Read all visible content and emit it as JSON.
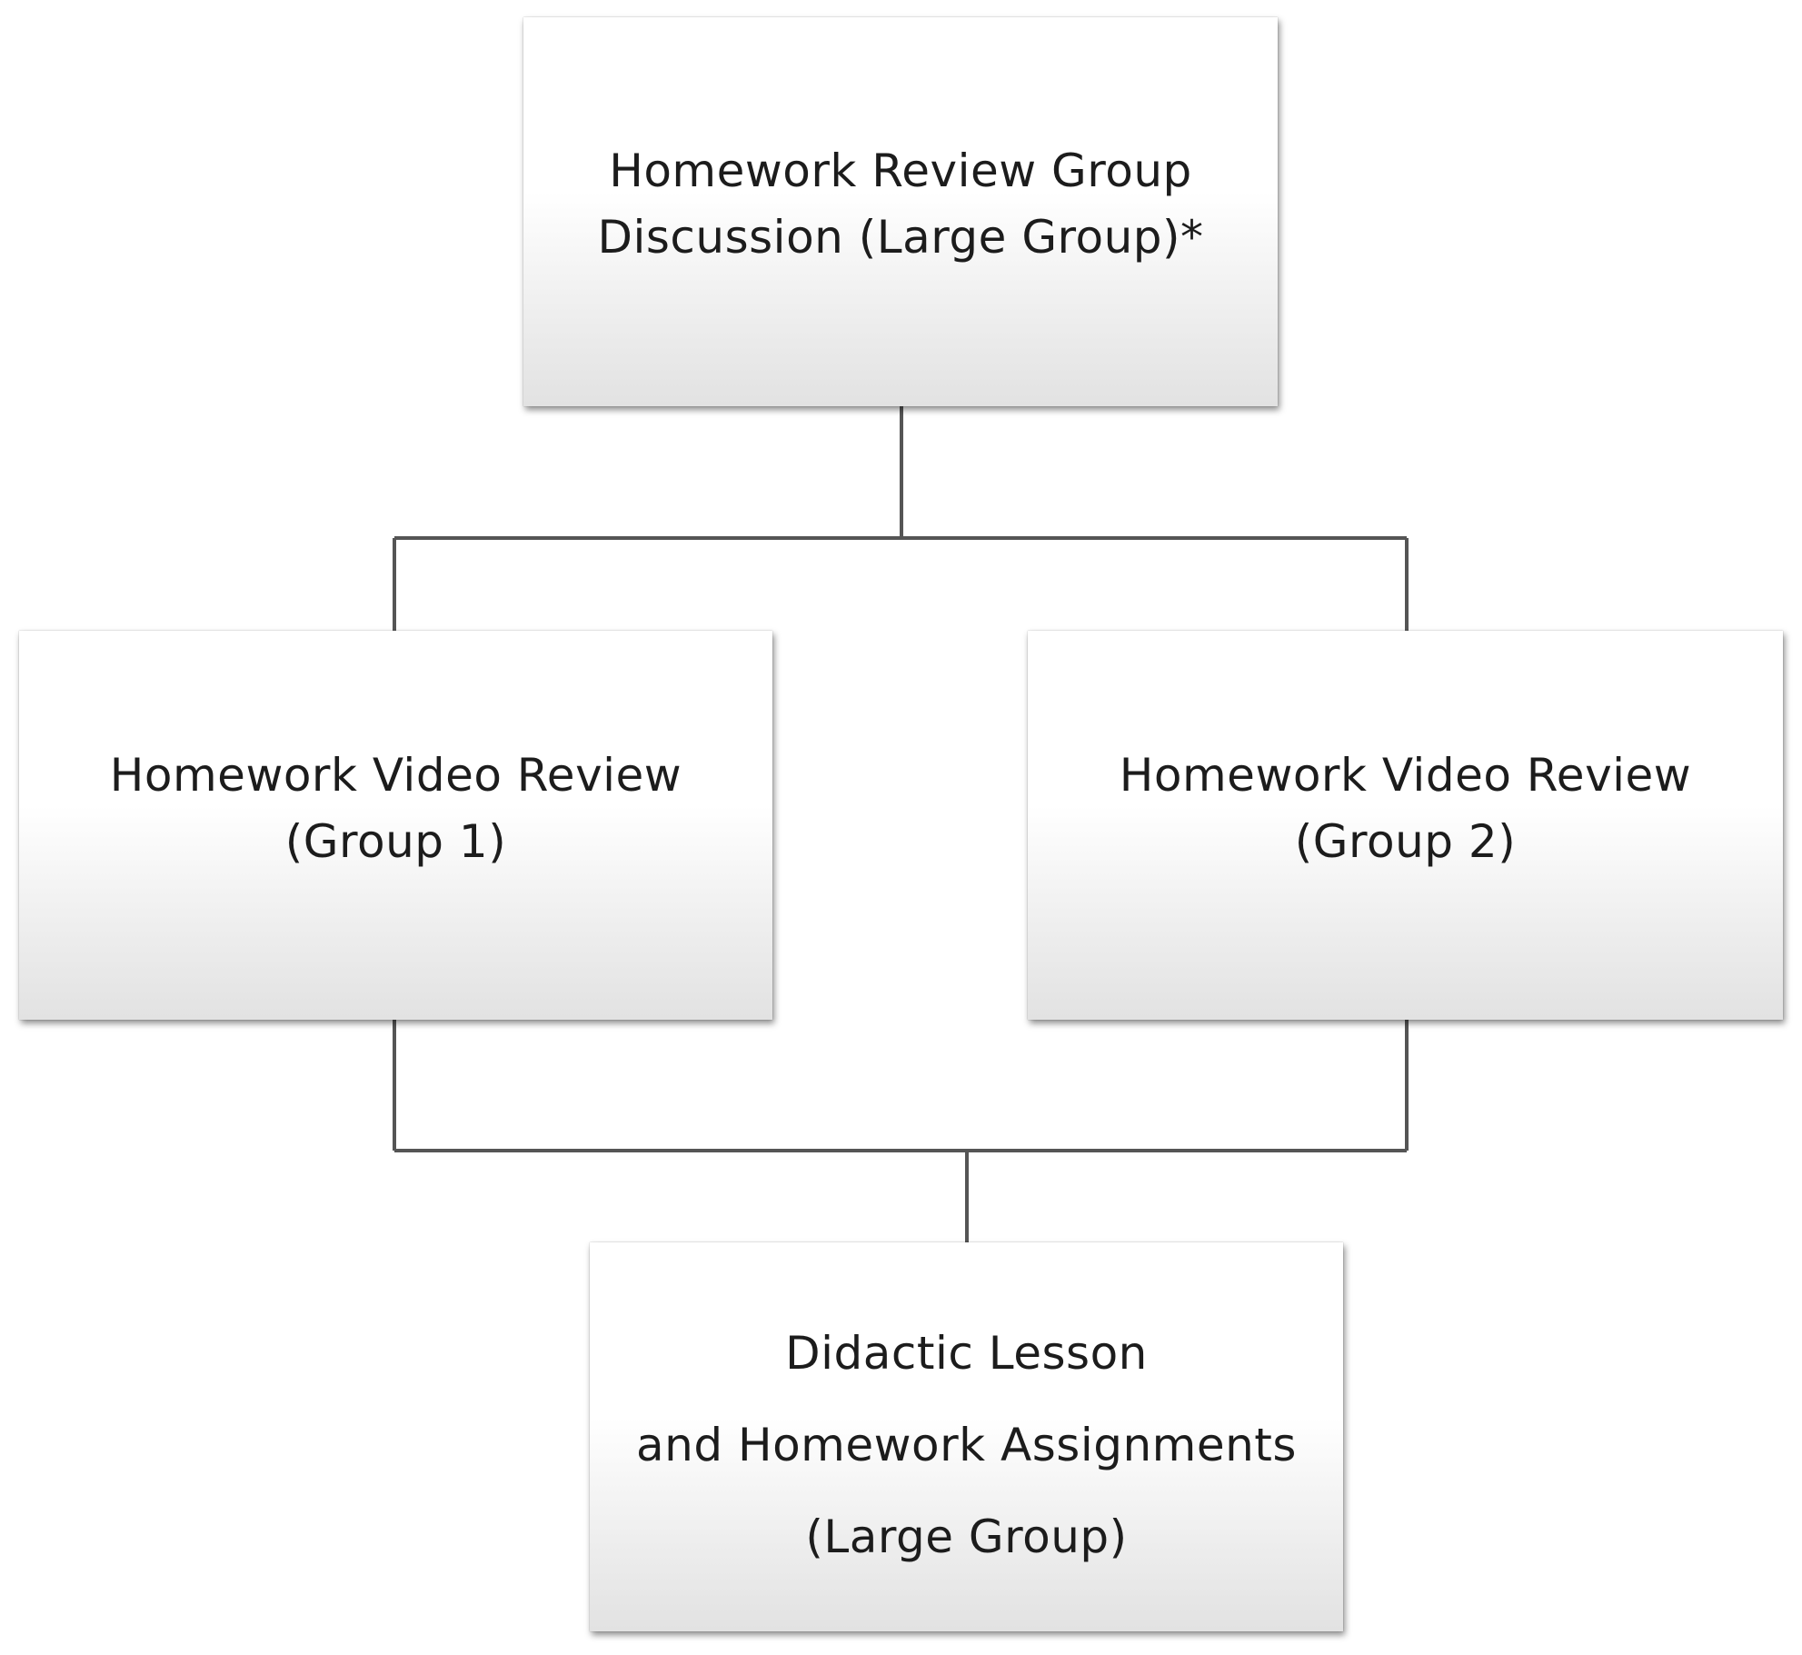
{
  "diagram": {
    "nodes": [
      {
        "id": "top",
        "lines": [
          "Homework Review Group",
          "Discussion (Large Group)*"
        ]
      },
      {
        "id": "left",
        "lines": [
          "Homework Video Review",
          "(Group 1)"
        ]
      },
      {
        "id": "right",
        "lines": [
          "Homework Video Review",
          "(Group 2)"
        ]
      },
      {
        "id": "bottom",
        "lines": [
          "Didactic Lesson",
          "and Homework Assignments",
          "(Large Group)"
        ]
      }
    ],
    "edges": [
      {
        "from": "top",
        "to": "left"
      },
      {
        "from": "top",
        "to": "right"
      },
      {
        "from": "left",
        "to": "bottom"
      },
      {
        "from": "right",
        "to": "bottom"
      }
    ],
    "colors": {
      "connector": "#555555",
      "text": "#1c1c1c"
    }
  }
}
